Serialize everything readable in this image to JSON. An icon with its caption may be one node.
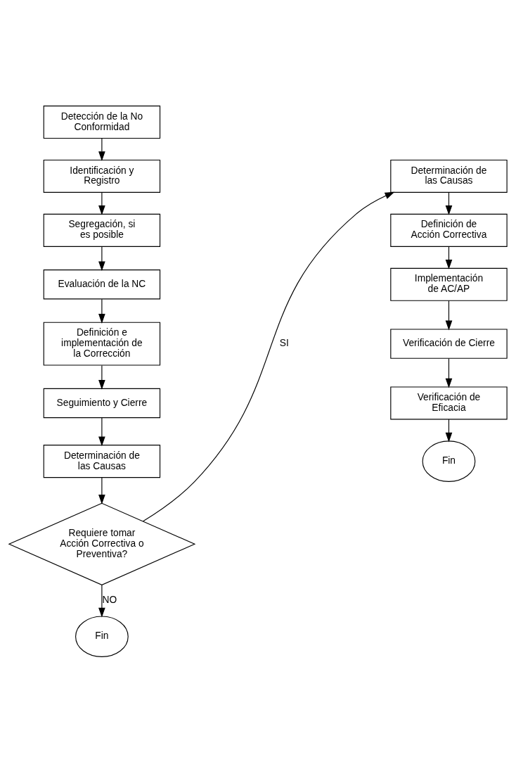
{
  "diagram": {
    "nodes": [
      {
        "text": [
          "Detección de la No Conformidad"
        ]
      },
      {
        "text": [
          "Identificación y Registro"
        ]
      },
      {
        "text": [
          "Segregación, si es posible"
        ]
      },
      {
        "text": [
          "Evaluación de la NC"
        ]
      },
      {
        "text": [
          "Definición e implementación de la Corrección"
        ]
      },
      {
        "text": [
          "Seguimiento y Cierre"
        ]
      },
      {
        "text": [
          "Determinación de las Causas"
        ]
      },
      {
        "text": [
          "Requiere tomar Acción Correctiva o Preventiva?"
        ]
      },
      {
        "text": [
          "Fin"
        ]
      },
      {
        "text": [
          "Determinación de las Causas"
        ]
      },
      {
        "text": [
          "Definición de Acción Correctiva"
        ]
      },
      {
        "text": [
          "Implementación de AC/AP"
        ]
      },
      {
        "text": [
          "Verificación de Cierre"
        ]
      },
      {
        "text": [
          "Verificación de Eficacia"
        ]
      },
      {
        "text": [
          "Fin"
        ]
      }
    ],
    "edges": [
      {
        "from": 0,
        "to": 1,
        "arrow": "to"
      },
      {
        "from": 1,
        "to": 2,
        "arrow": "to"
      },
      {
        "from": 2,
        "to": 3,
        "arrow": "to"
      },
      {
        "from": 3,
        "to": 4,
        "arrow": "to"
      },
      {
        "from": 4,
        "to": 5,
        "arrow": "to"
      },
      {
        "from": 5,
        "to": 6,
        "arrow": "to"
      },
      {
        "from": 6,
        "to": 7,
        "arrow": "to"
      },
      {
        "from": 7,
        "to": 8,
        "arrow": "to",
        "label": "NO"
      },
      {
        "from": 7,
        "to": 9,
        "arrow": "to",
        "label": "SI"
      },
      {
        "from": 9,
        "to": 10,
        "arrow": "to"
      },
      {
        "from": 10,
        "to": 11,
        "arrow": "to"
      },
      {
        "from": 11,
        "to": 12,
        "arrow": "to"
      },
      {
        "from": 12,
        "to": 13,
        "arrow": "to"
      },
      {
        "from": 13,
        "to": 14,
        "arrow": "to"
      }
    ]
  }
}
